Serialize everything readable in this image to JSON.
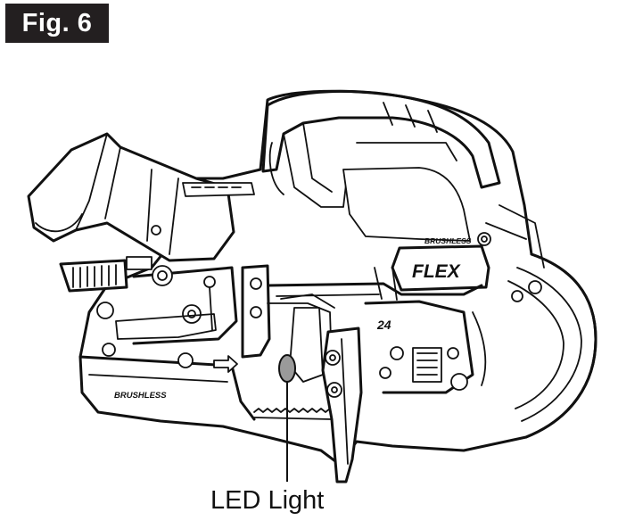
{
  "figure": {
    "label": "Fig. 6"
  },
  "tool": {
    "brand": "FLEX",
    "motor_badge_handle": "BRUSHLESS",
    "motor_badge_body": "BRUSHLESS",
    "voltage_badge": "24"
  },
  "callouts": [
    {
      "label": "LED Light",
      "target": "led-light"
    }
  ]
}
